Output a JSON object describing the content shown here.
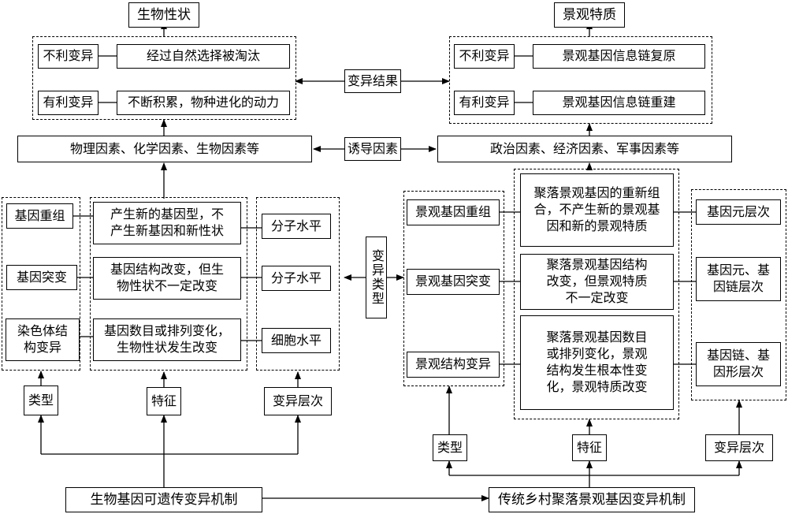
{
  "left": {
    "top_label": "生物性状",
    "result_rows": [
      {
        "type": "不利变异",
        "desc": "经过自然选择被淘汰"
      },
      {
        "type": "有利变异",
        "desc": "不断积累，物种进化的动力"
      }
    ],
    "factors": "物理因素、化学因素、生物因素等",
    "types": [
      "基因重组",
      "基因突变",
      "染色体结构变异"
    ],
    "features": [
      "产生新的基因型，不产生新基因和新性状",
      "基因结构改变，但生物性状不一定改变",
      "基因数目或排列变化，生物性状发生改变"
    ],
    "levels": [
      "分子水平",
      "分子水平",
      "细胞水平"
    ],
    "type_label": "类型",
    "feature_label": "特征",
    "level_label": "变异层次",
    "mechanism": "生物基因可遗传变异机制"
  },
  "center": {
    "result": "变异结果",
    "inducing": "诱导因素",
    "variation_type": "变异类型"
  },
  "right": {
    "top_label": "景观特质",
    "result_rows": [
      {
        "type": "不利变异",
        "desc": "景观基因信息链复原"
      },
      {
        "type": "有利变异",
        "desc": "景观基因信息链重建"
      }
    ],
    "factors": "政治因素、经济因素、军事因素等",
    "types": [
      "景观基因重组",
      "景观基因突变",
      "景观结构变异"
    ],
    "features": [
      "聚落景观基因的重新组合，不产生新的景观基因和新的景观特质",
      "聚落景观基因结构改变，但景观特质不一定改变",
      "聚落景观基因数目或排列变化，景观结构发生根本性变化，景观特质改变"
    ],
    "levels": [
      "基因元层次",
      "基因元、基因链层次",
      "基因链、基因形层次"
    ],
    "type_label": "类型",
    "feature_label": "特征",
    "level_label": "变异层次",
    "mechanism": "传统乡村聚落景观基因变异机制"
  }
}
